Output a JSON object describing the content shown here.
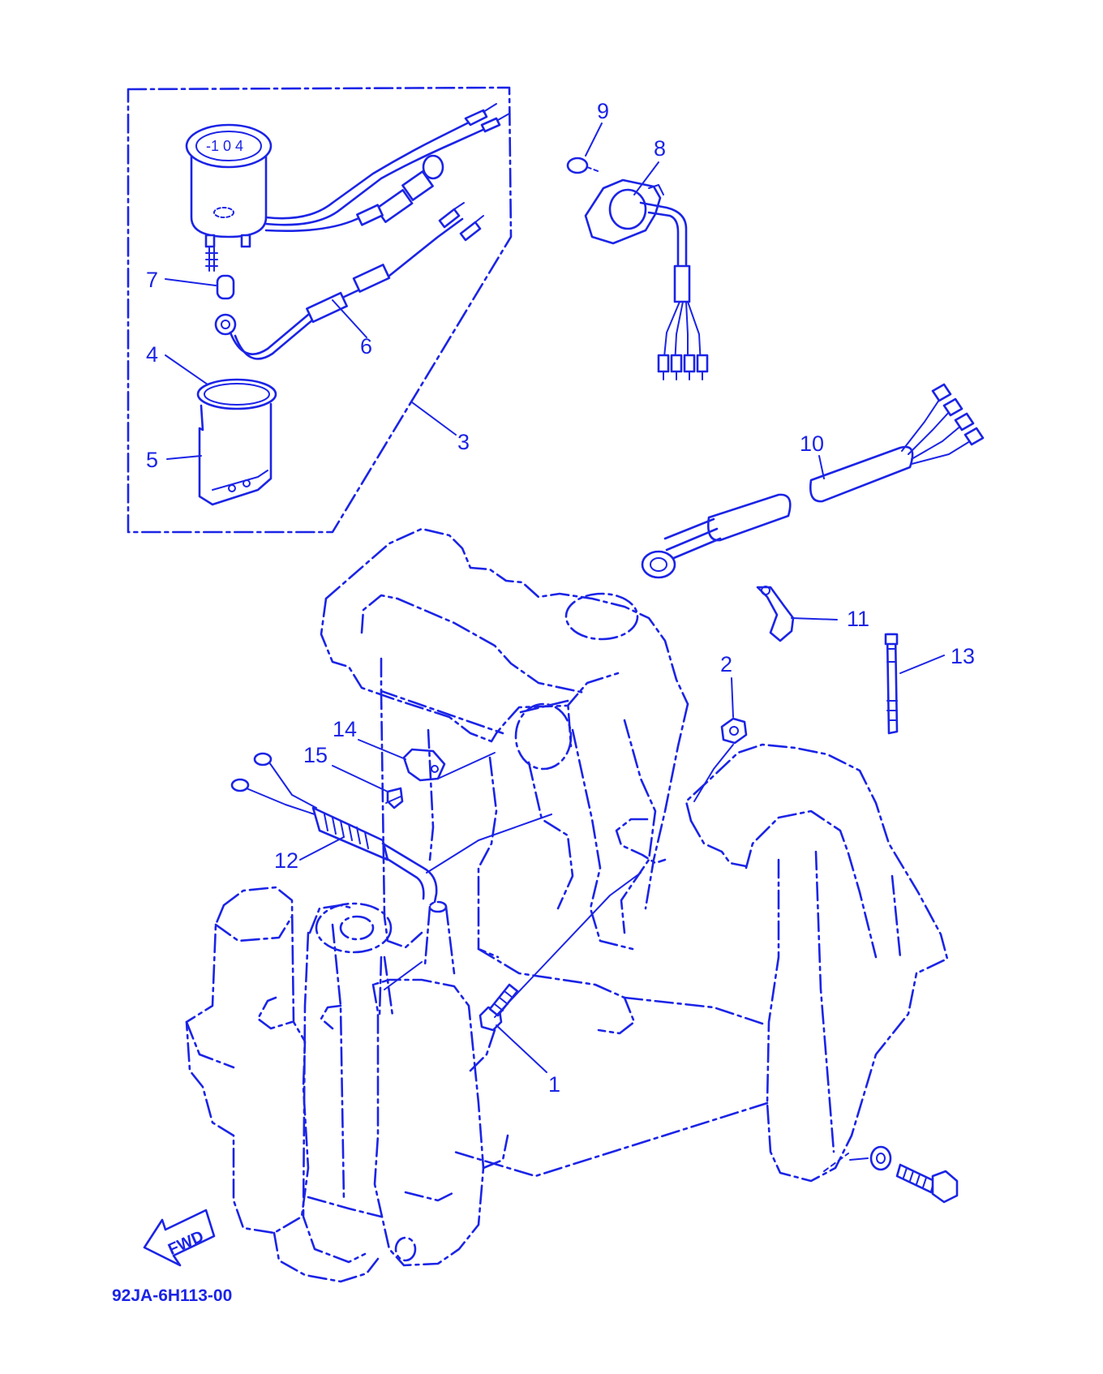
{
  "diagram_code": "92JA-6H113-00",
  "fwd_label": "FWD",
  "gauge_face": "-1 0 4",
  "color": "#1b24e6",
  "callouts": [
    "1",
    "2",
    "3",
    "4",
    "5",
    "6",
    "7",
    "8",
    "9",
    "10",
    "11",
    "12",
    "13",
    "14",
    "15"
  ]
}
